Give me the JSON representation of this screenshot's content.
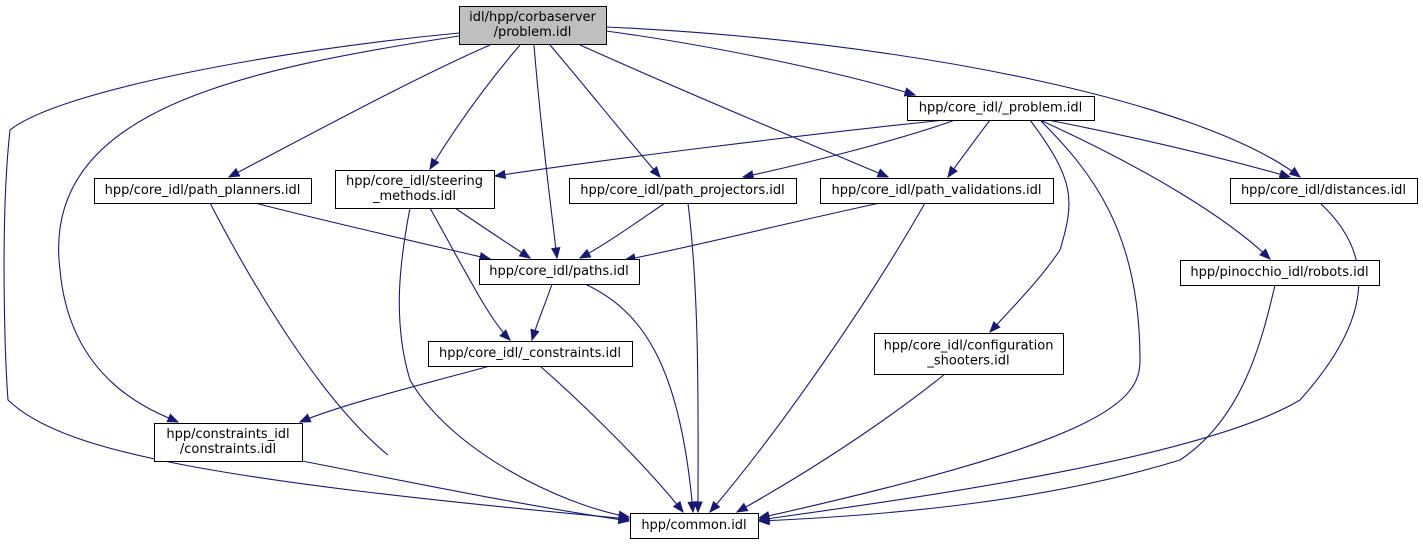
{
  "colors": {
    "edge": "#191970",
    "node_fill": "#ffffff",
    "root_fill": "#bfbfbf",
    "node_border": "#000000"
  },
  "nodes": {
    "problem": {
      "lines": [
        "idl/hpp/corbaserver",
        "/problem.idl"
      ],
      "root": true
    },
    "core_problem": {
      "lines": [
        "hpp/core_idl/_problem.idl"
      ]
    },
    "path_planners": {
      "lines": [
        "hpp/core_idl/path_planners.idl"
      ]
    },
    "steering": {
      "lines": [
        "hpp/core_idl/steering",
        "_methods.idl"
      ]
    },
    "path_projectors": {
      "lines": [
        "hpp/core_idl/path_projectors.idl"
      ]
    },
    "path_validations": {
      "lines": [
        "hpp/core_idl/path_validations.idl"
      ]
    },
    "distances": {
      "lines": [
        "hpp/core_idl/distances.idl"
      ]
    },
    "paths": {
      "lines": [
        "hpp/core_idl/paths.idl"
      ]
    },
    "robots": {
      "lines": [
        "hpp/pinocchio_idl/robots.idl"
      ]
    },
    "core_constraints": {
      "lines": [
        "hpp/core_idl/_constraints.idl"
      ]
    },
    "config_shooters": {
      "lines": [
        "hpp/core_idl/configuration",
        "_shooters.idl"
      ]
    },
    "constraints_idl": {
      "lines": [
        "hpp/constraints_idl",
        "/constraints.idl"
      ]
    },
    "common": {
      "lines": [
        "hpp/common.idl"
      ]
    }
  },
  "edges": [
    [
      "problem",
      "core_problem"
    ],
    [
      "problem",
      "path_planners"
    ],
    [
      "problem",
      "steering"
    ],
    [
      "problem",
      "path_projectors"
    ],
    [
      "problem",
      "path_validations"
    ],
    [
      "problem",
      "distances"
    ],
    [
      "problem",
      "paths"
    ],
    [
      "problem",
      "constraints_idl"
    ],
    [
      "problem",
      "common"
    ],
    [
      "core_problem",
      "steering"
    ],
    [
      "core_problem",
      "path_projectors"
    ],
    [
      "core_problem",
      "path_validations"
    ],
    [
      "core_problem",
      "distances"
    ],
    [
      "core_problem",
      "robots"
    ],
    [
      "core_problem",
      "config_shooters"
    ],
    [
      "core_problem",
      "common"
    ],
    [
      "path_planners",
      "paths"
    ],
    [
      "path_planners",
      "common"
    ],
    [
      "steering",
      "paths"
    ],
    [
      "steering",
      "core_constraints"
    ],
    [
      "steering",
      "common"
    ],
    [
      "path_projectors",
      "paths"
    ],
    [
      "path_projectors",
      "common"
    ],
    [
      "path_validations",
      "paths"
    ],
    [
      "path_validations",
      "common"
    ],
    [
      "distances",
      "common"
    ],
    [
      "paths",
      "core_constraints"
    ],
    [
      "paths",
      "common"
    ],
    [
      "robots",
      "common"
    ],
    [
      "core_constraints",
      "constraints_idl"
    ],
    [
      "core_constraints",
      "common"
    ],
    [
      "config_shooters",
      "common"
    ],
    [
      "constraints_idl",
      "common"
    ]
  ]
}
